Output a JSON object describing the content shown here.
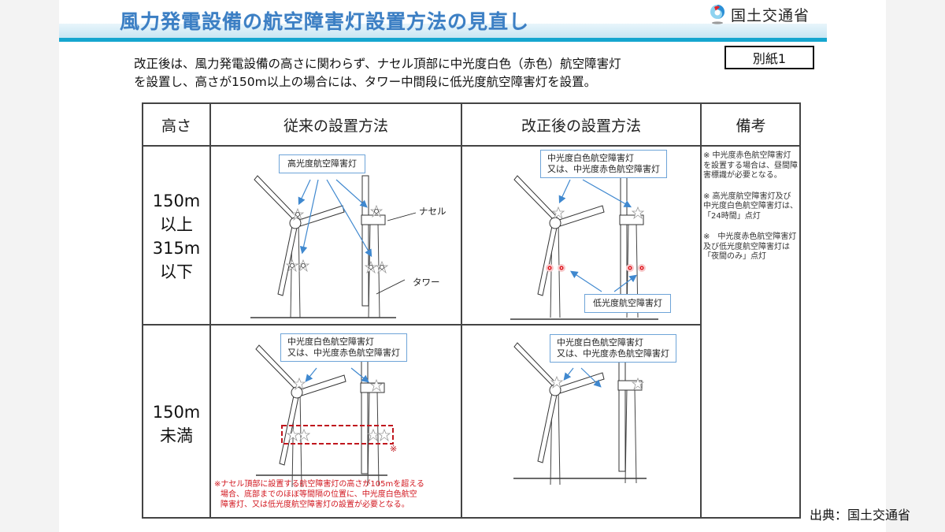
{
  "header": {
    "title": "風力発電設備の航空障害灯設置方法の見直し",
    "logo_text": "国土交通省",
    "logo_icon": "mlit-logo-icon"
  },
  "intro": {
    "line1": "改正後は、風力発電設備の高さに関わらず、ナセル頂部に中光度白色（赤色）航空障害灯",
    "line2": "を設置し、高さが150m以上の場合には、タワー中間段に低光度航空障害灯を設置。"
  },
  "attachment_label": "別紙1",
  "table": {
    "headers": [
      "高さ",
      "従来の設置方法",
      "改正後の設置方法",
      "備考"
    ],
    "rows": [
      {
        "height_lines": [
          "150m",
          "以上",
          "315m",
          "以下"
        ],
        "before": {
          "callout": "高光度航空障害灯",
          "label_nacelle": "ナセル",
          "label_tower": "タワー"
        },
        "after": {
          "callout_line1": "中光度白色航空障害灯",
          "callout_line2": "又は、中光度赤色航空障害灯",
          "callout_low": "低光度航空障害灯"
        }
      },
      {
        "height_lines": [
          "150m",
          "未満"
        ],
        "before": {
          "callout_line1": "中光度白色航空障害灯",
          "callout_line2": "又は、中光度赤色航空障害灯",
          "note_mark": "※",
          "note_lines": [
            "※ナセル頂部に設置する航空障害灯の高さが105mを超える",
            "場合、底部までのほぼ等間隔の位置に、中光度白色航空",
            "障害灯、又は低光度航空障害灯の設置が必要となる。"
          ]
        },
        "after": {
          "callout_line1": "中光度白色航空障害灯",
          "callout_line2": "又は、中光度赤色航空障害灯"
        }
      }
    ],
    "remarks": [
      "※ 中光度赤色航空障害灯を設置する場合は、昼間障害標識が必要となる。",
      "※ 高光度航空障害灯及び中光度白色航空障害灯は、「24時間」点灯",
      "※　中光度赤色航空障害灯及び低光度航空障害灯は「夜間のみ」点灯"
    ]
  },
  "source": "出典：国土交通省",
  "colors": {
    "title_blue": "#3c7fc4",
    "accent_cyan": "#16a6cf",
    "callout_border": "#6ea4d8",
    "arrow_blue": "#3f88cf",
    "note_red": "#d2161e",
    "light_red": "#e0141c"
  }
}
